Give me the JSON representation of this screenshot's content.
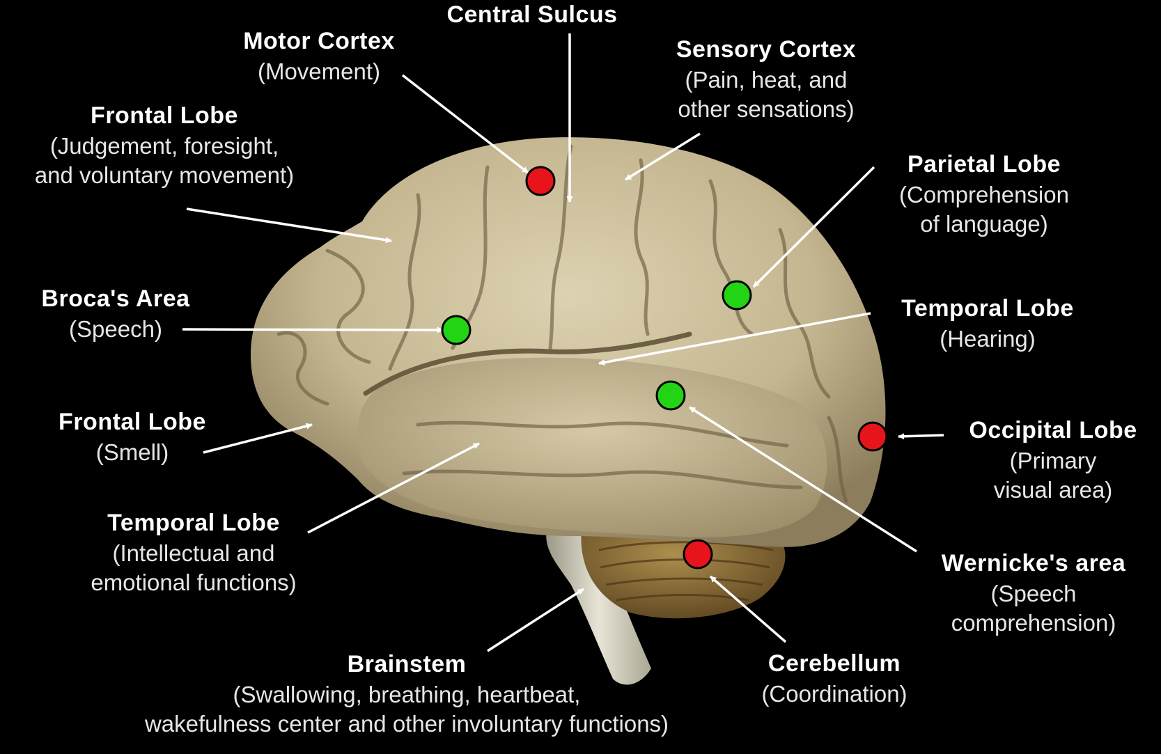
{
  "colors": {
    "background": "#000000",
    "label_text": "#ffffff",
    "marker_red": "#e8141c",
    "marker_green": "#22d414",
    "cortex": "#cdbf9c",
    "cerebellum": "#9a7c3f"
  },
  "labels": {
    "central_sulcus": {
      "title": "Central Sulcus"
    },
    "motor_cortex": {
      "title": "Motor Cortex",
      "line1": "(Movement)"
    },
    "sensory_cortex": {
      "title": "Sensory Cortex",
      "line1": "(Pain, heat, and",
      "line2": "other sensations)"
    },
    "frontal_lobe_top": {
      "title": "Frontal Lobe",
      "line1": "(Judgement, foresight,",
      "line2": "and voluntary movement)"
    },
    "parietal_lobe": {
      "title": "Parietal Lobe",
      "line1": "(Comprehension",
      "line2": "of language)"
    },
    "brocas_area": {
      "title": "Broca's Area",
      "line1": "(Speech)"
    },
    "temporal_lobe_right": {
      "title": "Temporal Lobe",
      "line1": "(Hearing)"
    },
    "frontal_lobe_bottom": {
      "title": "Frontal Lobe",
      "line1": "(Smell)"
    },
    "occipital_lobe": {
      "title": "Occipital Lobe",
      "line1": "(Primary",
      "line2": "visual area)"
    },
    "temporal_lobe_left": {
      "title": "Temporal Lobe",
      "line1": "(Intellectual and",
      "line2": "emotional functions)"
    },
    "wernickes_area": {
      "title": "Wernicke's area",
      "line1": "(Speech",
      "line2": "comprehension)"
    },
    "brainstem": {
      "title": "Brainstem",
      "line1": "(Swallowing, breathing, heartbeat,",
      "line2": "wakefulness center and other involuntary functions)"
    },
    "cerebellum": {
      "title": "Cerebellum",
      "line1": "(Coordination)"
    }
  },
  "markers": [
    {
      "id": "motor-cortex-marker",
      "color": "red"
    },
    {
      "id": "brocas-area-marker",
      "color": "green"
    },
    {
      "id": "parietal-lobe-marker",
      "color": "green"
    },
    {
      "id": "wernickes-area-marker",
      "color": "green"
    },
    {
      "id": "occipital-lobe-marker",
      "color": "red"
    },
    {
      "id": "cerebellum-marker",
      "color": "red"
    }
  ]
}
